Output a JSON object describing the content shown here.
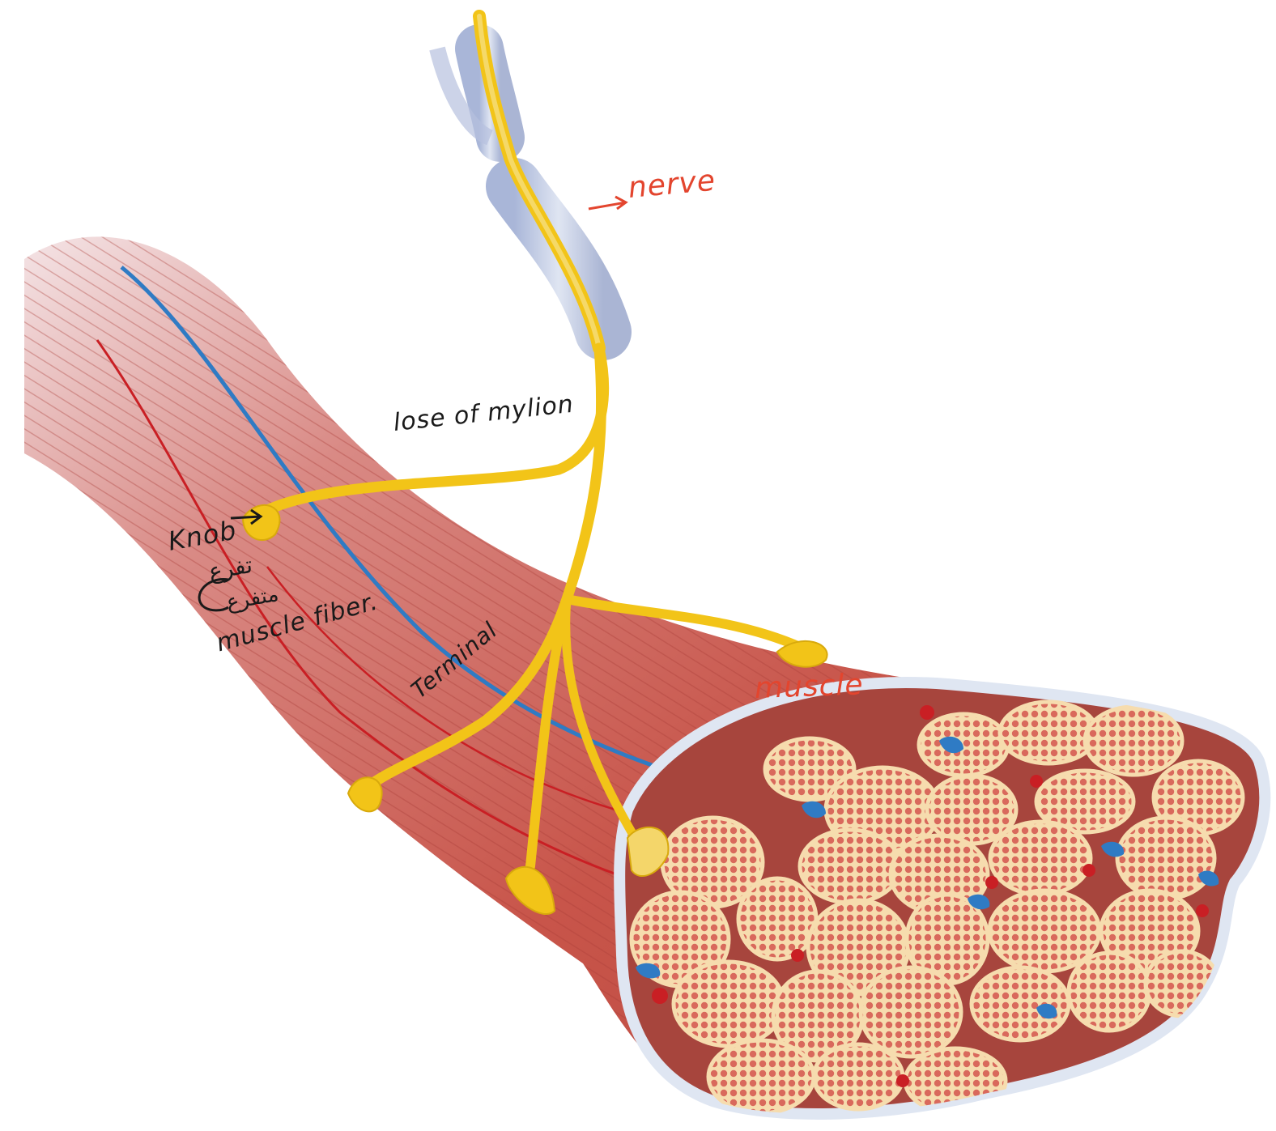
{
  "annotations": {
    "nerve": "nerve",
    "lose_myelin": "lose of mylion",
    "knob": "Knob",
    "arabic_1": "تفرع",
    "arabic_2": "متفرع",
    "muscle_fiber": "muscle fiber.",
    "terminal": "Terminal",
    "muscle": "muscle"
  },
  "colors": {
    "annotation_red": "#e3452e",
    "annotation_black": "#1a1a1a",
    "nerve_yellow": "#f2c418",
    "myelin_sheath": "#c3cce4",
    "muscle_red": "#c8554a",
    "fascicle_fill": "#d9695c",
    "fascicle_outline": "#f6dcae",
    "blood_vessel_blue": "#2f7bc4",
    "blood_vessel_red": "#c91f24"
  }
}
